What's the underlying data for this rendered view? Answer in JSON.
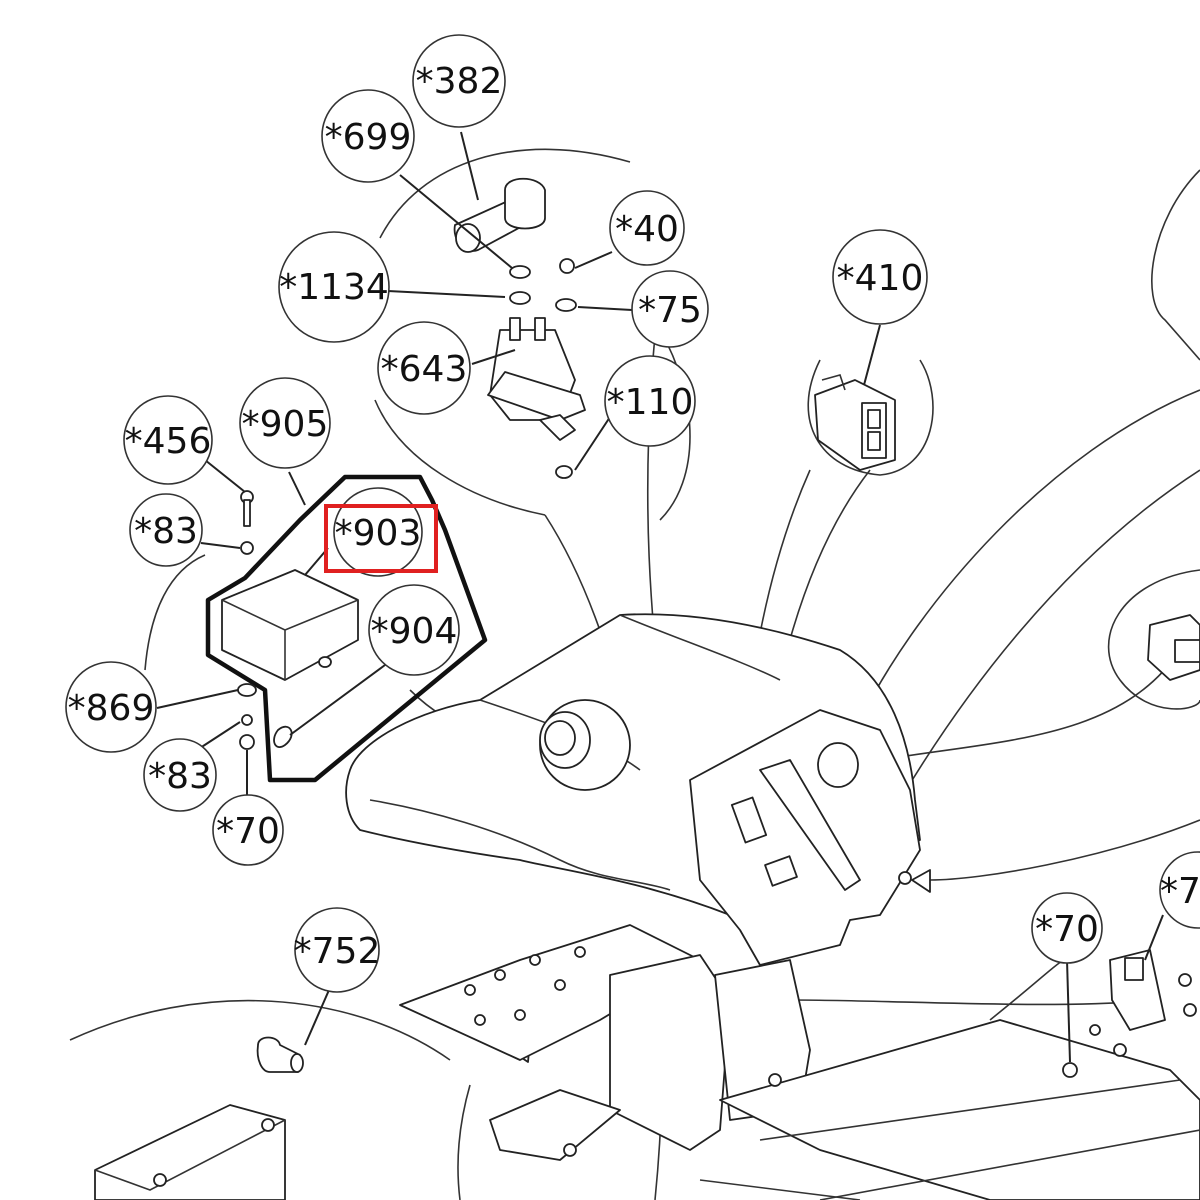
{
  "callouts": [
    {
      "id": "c382",
      "label": "*382"
    },
    {
      "id": "c699",
      "label": "*699"
    },
    {
      "id": "c1134",
      "label": "*1134"
    },
    {
      "id": "c40",
      "label": "*40"
    },
    {
      "id": "c75",
      "label": "*75"
    },
    {
      "id": "c643",
      "label": "*643"
    },
    {
      "id": "c110",
      "label": "*110"
    },
    {
      "id": "c410",
      "label": "*410"
    },
    {
      "id": "c456",
      "label": "*456"
    },
    {
      "id": "c905",
      "label": "*905"
    },
    {
      "id": "c83a",
      "label": "*83"
    },
    {
      "id": "c903",
      "label": "*903"
    },
    {
      "id": "c904",
      "label": "*904"
    },
    {
      "id": "c869",
      "label": "*869"
    },
    {
      "id": "c83b",
      "label": "*83"
    },
    {
      "id": "c70a",
      "label": "*70"
    },
    {
      "id": "c752",
      "label": "*752"
    },
    {
      "id": "c70b",
      "label": "*70"
    },
    {
      "id": "c7",
      "label": "*7"
    }
  ],
  "highlight": {
    "target": "*903",
    "color": "#e02020"
  },
  "colors": {
    "line": "#222222",
    "background": "#ffffff"
  }
}
